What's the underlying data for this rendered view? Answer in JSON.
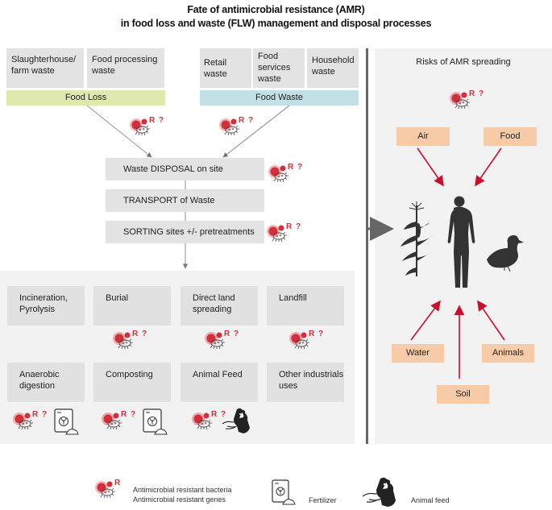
{
  "title": {
    "line1": "Fate of antimicrobial resistance (AMR)",
    "line2": "in food loss and waste (FLW) management and disposal processes"
  },
  "sources": {
    "food_loss": {
      "items": [
        "Slaughterhouse/ farm waste",
        "Food processing waste"
      ],
      "label": "Food Loss",
      "color": "#dfe8ad"
    },
    "food_waste": {
      "items": [
        "Retail waste",
        "Food services waste",
        "Household waste"
      ],
      "label": "Food Waste",
      "color": "#c2e1e6"
    }
  },
  "steps": [
    {
      "label": "Waste DISPOSAL on site",
      "amr_risk": true
    },
    {
      "label": "TRANSPORT of Waste",
      "amr_risk": false
    },
    {
      "label": "SORTING sites +/- pretreatments",
      "amr_risk": true
    }
  ],
  "methods": [
    {
      "label": "Incineration, Pyrolysis",
      "amr_risk": false,
      "extra_icon": null
    },
    {
      "label": "Burial",
      "amr_risk": true,
      "extra_icon": null
    },
    {
      "label": "Direct land spreading",
      "amr_risk": true,
      "extra_icon": null
    },
    {
      "label": "Landfill",
      "amr_risk": true,
      "extra_icon": null
    },
    {
      "label": "Anaerobic digestion",
      "amr_risk": true,
      "extra_icon": "fertilizer-icon"
    },
    {
      "label": "Composting",
      "amr_risk": true,
      "extra_icon": "fertilizer-icon"
    },
    {
      "label": "Animal Feed",
      "amr_risk": true,
      "extra_icon": "animal-feed-icon"
    },
    {
      "label": "Other industrials uses",
      "amr_risk": false,
      "extra_icon": null
    }
  ],
  "risks": {
    "title": "Risks of AMR spreading",
    "pathways": [
      "Air",
      "Food",
      "Water",
      "Soil",
      "Animals"
    ],
    "targets": [
      "plant-icon",
      "human-icon",
      "duck-icon"
    ],
    "color": "#f8cba8",
    "arrow_color": "#c8102e"
  },
  "amr_marker": {
    "letter": "R",
    "question": "?",
    "color": "#d32f3a"
  },
  "legend": {
    "amr_line1": "Antimicrobial resistant bacteria",
    "amr_line2": "Antimicrobial resistant genes",
    "fertilizer": "Fertilizer",
    "animal_feed": "Animal feed"
  }
}
